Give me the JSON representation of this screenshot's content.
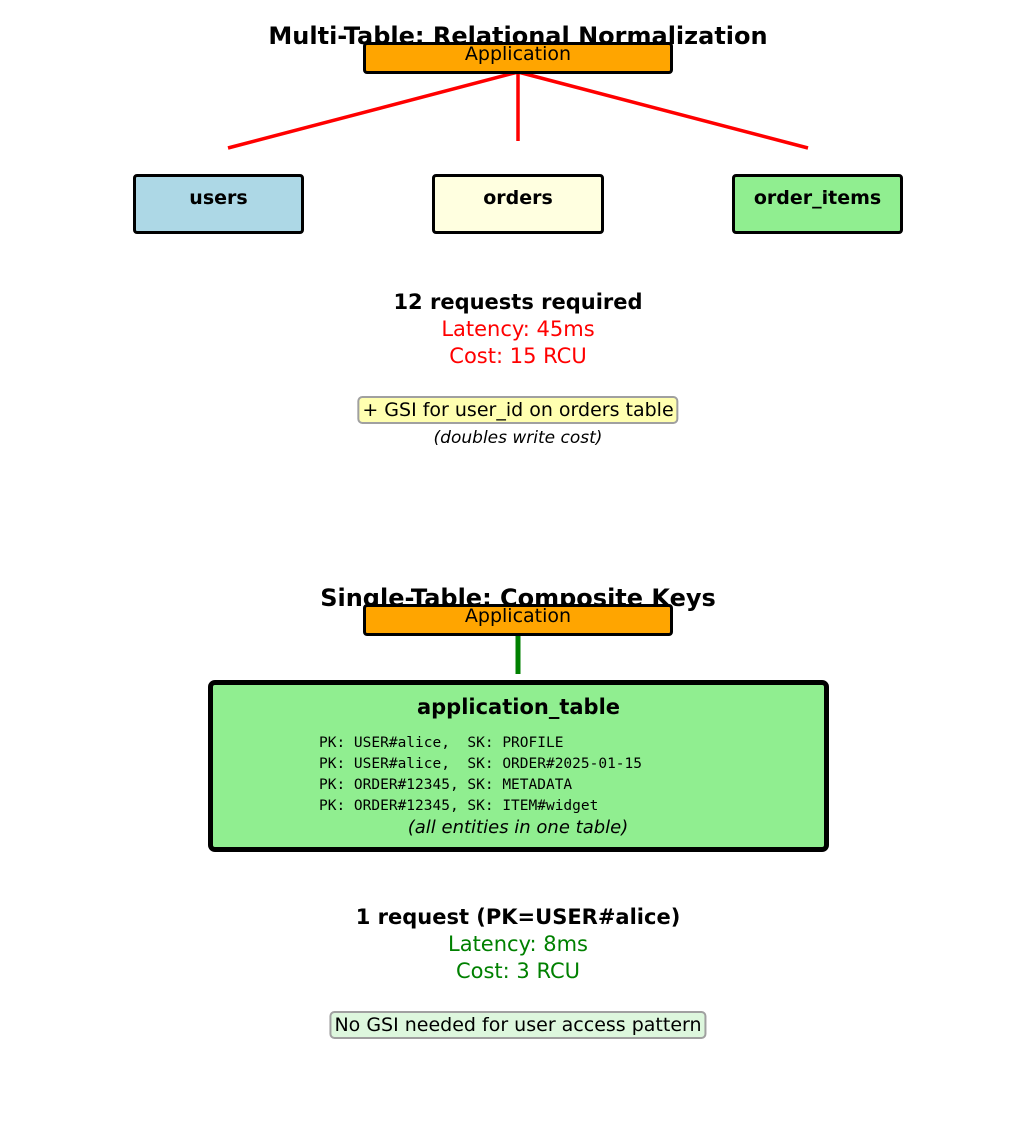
{
  "multi_table": {
    "title": "Multi-Table: Relational Normalization",
    "app_label": "Application",
    "tables": [
      {
        "name": "users",
        "color": "#ADD8E6"
      },
      {
        "name": "orders",
        "color": "#FFFFE0"
      },
      {
        "name": "order_items",
        "color": "#90EE90"
      }
    ],
    "requests": "12 requests required",
    "latency": "Latency: 45ms",
    "cost": "Cost: 15 RCU",
    "stat_color": "#FF0000",
    "gsi_note": "+ GSI for user_id on orders table",
    "gsi_note_color": "#FFFFB0",
    "gsi_subnote": "(doubles write cost)"
  },
  "single_table": {
    "title": "Single-Table: Composite Keys",
    "app_label": "Application",
    "table_name": "application_table",
    "table_color": "#90EE90",
    "keys": [
      "PK: USER#alice,  SK: PROFILE",
      "PK: USER#alice,  SK: ORDER#2025-01-15",
      "PK: ORDER#12345, SK: METADATA",
      "PK: ORDER#12345, SK: ITEM#widget"
    ],
    "table_note": "(all entities in one table)",
    "requests": "1 request (PK=USER#alice)",
    "latency": "Latency: 8ms",
    "cost": "Cost: 3 RCU",
    "stat_color": "#008000",
    "gsi_note": "No GSI needed for user access pattern",
    "gsi_note_color": "#DDF7DD"
  },
  "colors": {
    "app_box": "#FFA500",
    "multi_arrow": "#FF0000",
    "single_arrow": "#008000"
  }
}
